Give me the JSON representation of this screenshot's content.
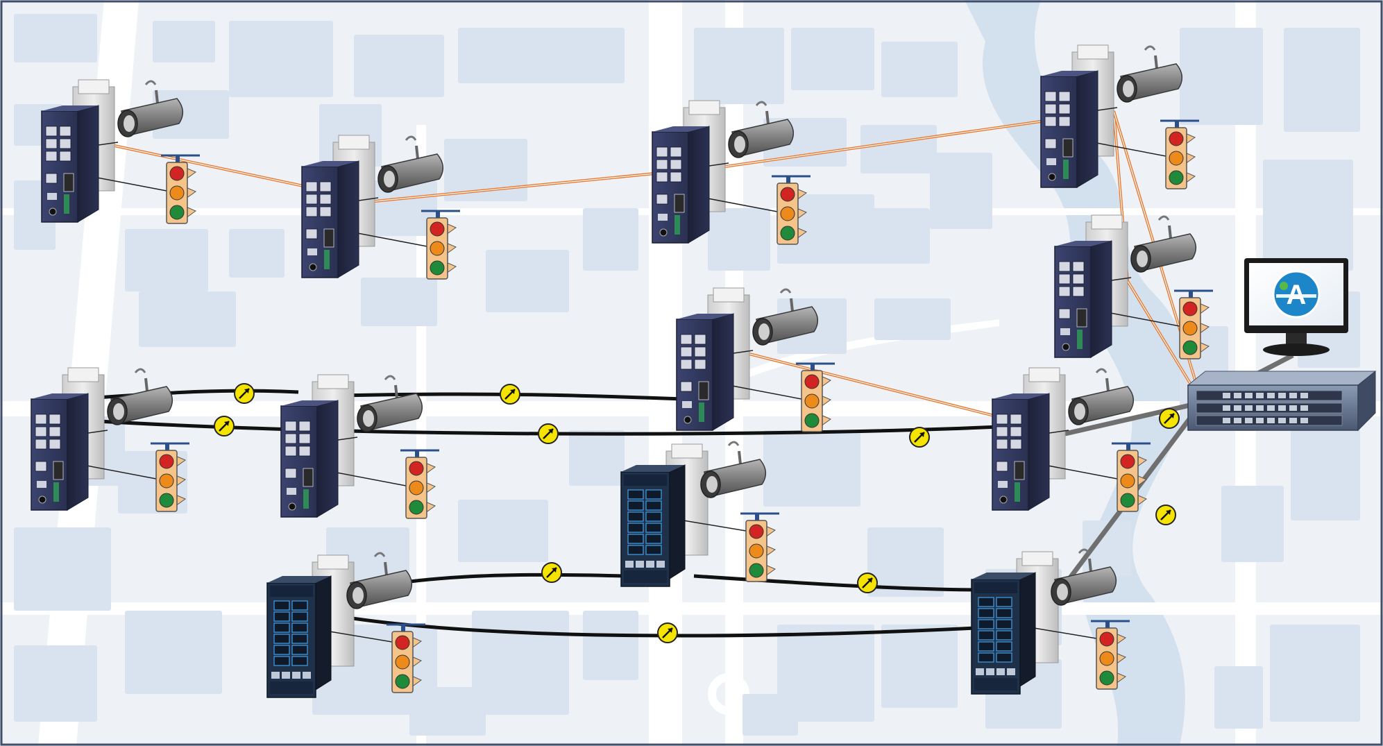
{
  "diagram": {
    "kind": "traffic-network-topology",
    "colors": {
      "frame": "#3f4f6b",
      "map_bg": "#eef2f7",
      "block": "#d9e3ef",
      "road": "#ffffff",
      "river": "#d3e0ee",
      "fiber_link": "#e8792f",
      "copper_link": "#111111",
      "uplink": "#6f6f6f",
      "link_marker": "#f5e400",
      "din_switch": "#2f3658",
      "rack_switch": "#1f3049",
      "rack_switch_accent": "#3d8fd0",
      "chassis": "#5f6e87",
      "monitor": "#1b1b1b",
      "light_red": "#d32424",
      "light_amber": "#ec8a1c",
      "light_green": "#1f8a3a",
      "light_housing": "#f4c48a",
      "camera": "#7c7c7c"
    },
    "monitor": {
      "logo_glyph": "A",
      "logo_color": "#1d86c9",
      "logo_accent": "#58b947"
    },
    "sites": [
      {
        "id": "s1",
        "switch": "din-switch"
      },
      {
        "id": "s2",
        "switch": "din-switch"
      },
      {
        "id": "s3",
        "switch": "din-switch"
      },
      {
        "id": "s4",
        "switch": "din-switch"
      },
      {
        "id": "s5",
        "switch": "din-switch"
      },
      {
        "id": "s6",
        "switch": "din-switch"
      },
      {
        "id": "s7",
        "switch": "din-switch"
      },
      {
        "id": "s8",
        "switch": "din-switch"
      },
      {
        "id": "s9",
        "switch": "din-switch"
      },
      {
        "id": "s10",
        "switch": "rack-switch"
      },
      {
        "id": "s11",
        "switch": "rack-switch"
      },
      {
        "id": "s12",
        "switch": "rack-switch"
      }
    ],
    "links": [
      {
        "from": "s1",
        "to": "s2",
        "type": "fiber"
      },
      {
        "from": "s2",
        "to": "s3",
        "type": "fiber"
      },
      {
        "from": "s3",
        "to": "s4",
        "type": "fiber"
      },
      {
        "from": "s4",
        "to": "s5",
        "type": "fiber"
      },
      {
        "from": "s4",
        "to": "chassis",
        "type": "fiber"
      },
      {
        "from": "s5",
        "to": "chassis",
        "type": "fiber"
      },
      {
        "from": "s6",
        "to": "s9",
        "type": "fiber"
      },
      {
        "from": "s7",
        "to": "s8",
        "type": "copper"
      },
      {
        "from": "s7",
        "to": "s9",
        "type": "copper"
      },
      {
        "from": "s8",
        "to": "s6",
        "type": "copper"
      },
      {
        "from": "s9",
        "to": "chassis",
        "type": "uplink"
      },
      {
        "from": "s10",
        "to": "s11",
        "type": "copper"
      },
      {
        "from": "s10",
        "to": "s12",
        "type": "copper"
      },
      {
        "from": "s11",
        "to": "s12",
        "type": "copper"
      },
      {
        "from": "s12",
        "to": "chassis",
        "type": "uplink"
      },
      {
        "from": "chassis",
        "to": "monitor",
        "type": "uplink"
      }
    ]
  }
}
